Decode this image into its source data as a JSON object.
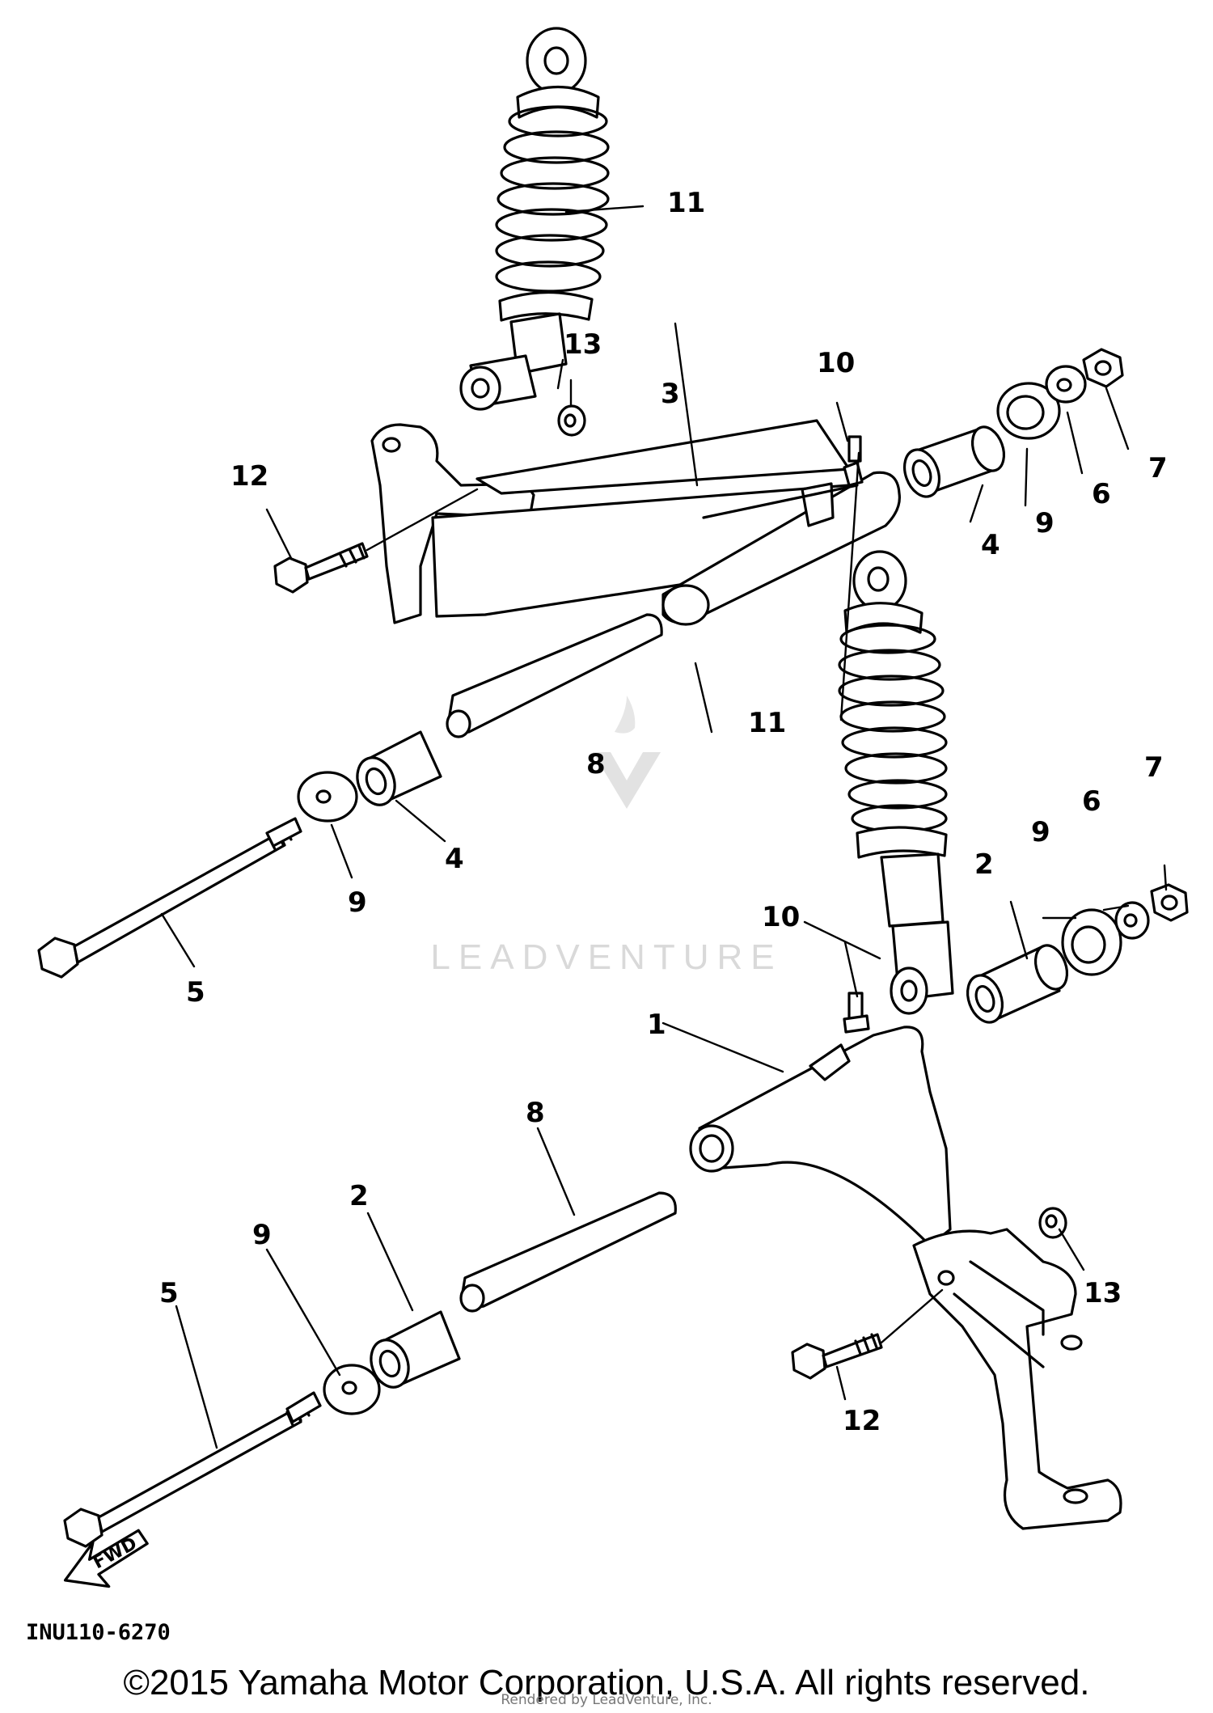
{
  "callouts": {
    "c1": "1",
    "c2a": "2",
    "c2b": "2",
    "c3": "3",
    "c4a": "4",
    "c4b": "4",
    "c5a": "5",
    "c5b": "5",
    "c6a": "6",
    "c6b": "6",
    "c7a": "7",
    "c7b": "7",
    "c8a": "8",
    "c8b": "8",
    "c9a": "9",
    "c9b": "9",
    "c9c": "9",
    "c9d": "9",
    "c10a": "10",
    "c10b": "10",
    "c11a": "11",
    "c11b": "11",
    "c12a": "12",
    "c12b": "12",
    "c13a": "13",
    "c13b": "13"
  },
  "fwd_label": "FWD",
  "diagram_code": "INU110-6270",
  "watermark": "LEADVENTURE",
  "copyright": "©2015 Yamaha Motor Corporation, U.S.A. All rights reserved.",
  "rendered_by": "Rendered by LeadVenture, Inc."
}
